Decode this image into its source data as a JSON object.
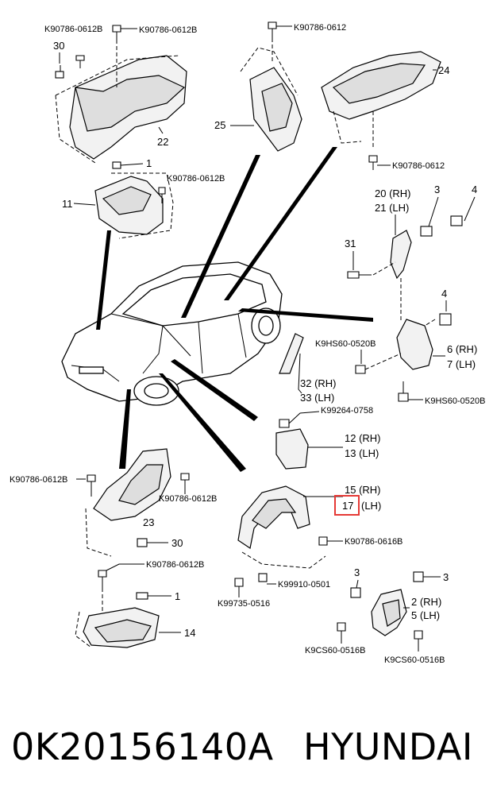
{
  "labels": {
    "top_left_bolt_a": "K90786-0612B",
    "top_left_bolt_b": "K90786-0612B",
    "top_mid_bolt": "K90786-0612",
    "top_right_bolt": "K90786-0612",
    "n30_top": "30",
    "n22": "22",
    "n1_top": "1",
    "n11": "11",
    "n11_bolt": "K90786-0612B",
    "n25": "25",
    "n24": "24",
    "n20": "20 (RH)",
    "n21": "21 (LH)",
    "n3_top": "3",
    "n4_top": "4",
    "n31": "31",
    "n4_mid": "4",
    "k9hs_top": "K9HS60-0520B",
    "n6": "6 (RH)",
    "n7": "7 (LH)",
    "n32": "32 (RH)",
    "n33": "33 (LH)",
    "k9hs_bottom": "K9HS60-0520B",
    "k99264": "K99264-0758",
    "n12": "12 (RH)",
    "n13": "13 (LH)",
    "left_bolt": "K90786-0612B",
    "mid_bolt": "K90786-0612B",
    "n23": "23",
    "n15": "15 (RH)",
    "n17_num": "17",
    "n17_side": "(LH)",
    "n30_bottom": "30",
    "k90786_0616": "K90786-0616B",
    "bottom_left_bolt": "K90786-0612B",
    "n1_bottom": "1",
    "n14": "14",
    "k99910": "K99910-0501",
    "k99735": "K99735-0516",
    "n3_bl": "3",
    "n3_br": "3",
    "n2": "2 (RH)",
    "n5": "5 (LH)",
    "k9cs_a": "K9CS60-0516B",
    "k9cs_b": "K9CS60-0516B"
  },
  "highlight": {
    "label": "17",
    "color": "#e53935"
  },
  "footer": {
    "part_number": "0K20156140A",
    "brand": "HYUNDAI"
  }
}
